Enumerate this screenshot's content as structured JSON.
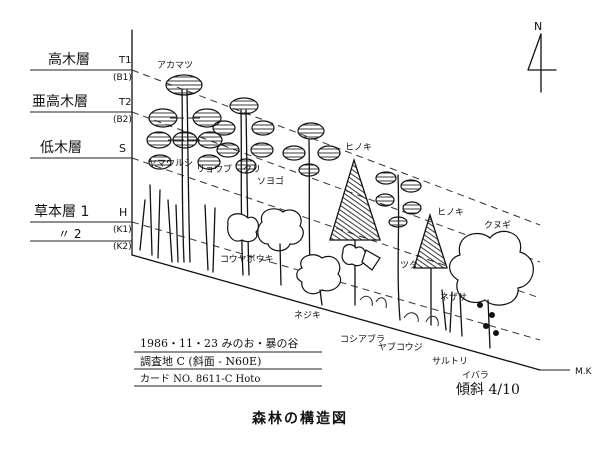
{
  "caption": "森林の構造図",
  "layers": [
    {
      "name": "高木層",
      "code": "T1",
      "sub": "(B1)"
    },
    {
      "name": "亜高木層",
      "code": "T2",
      "sub": "(B2)"
    },
    {
      "name": "低木層",
      "code": "S",
      "sub": ""
    },
    {
      "name": "草本層 1",
      "code": "H",
      "sub": "(K1)"
    },
    {
      "name": "〃 2",
      "code": "",
      "sub": "(K2)"
    }
  ],
  "species": [
    "アカマツ",
    "ヒノキ",
    "ヤマウルシ",
    "リョウブ",
    "クリ",
    "ソヨゴ",
    "ヒノキ",
    "クヌギ",
    "コウヤボウキ",
    "ネジキ",
    "コシアブラ",
    "ヤブコウジ",
    "ツタ",
    "ネザサ",
    "サルトリ",
    "イバラ"
  ],
  "notes": {
    "line1": "1986・11・23 みのお・暴の谷",
    "line2": "調査地 C (斜面 - N60E)",
    "line3": "カード NO. 8611-C Hoto"
  },
  "slope_label": "傾斜 4/10",
  "author": "M.K",
  "north": "N"
}
